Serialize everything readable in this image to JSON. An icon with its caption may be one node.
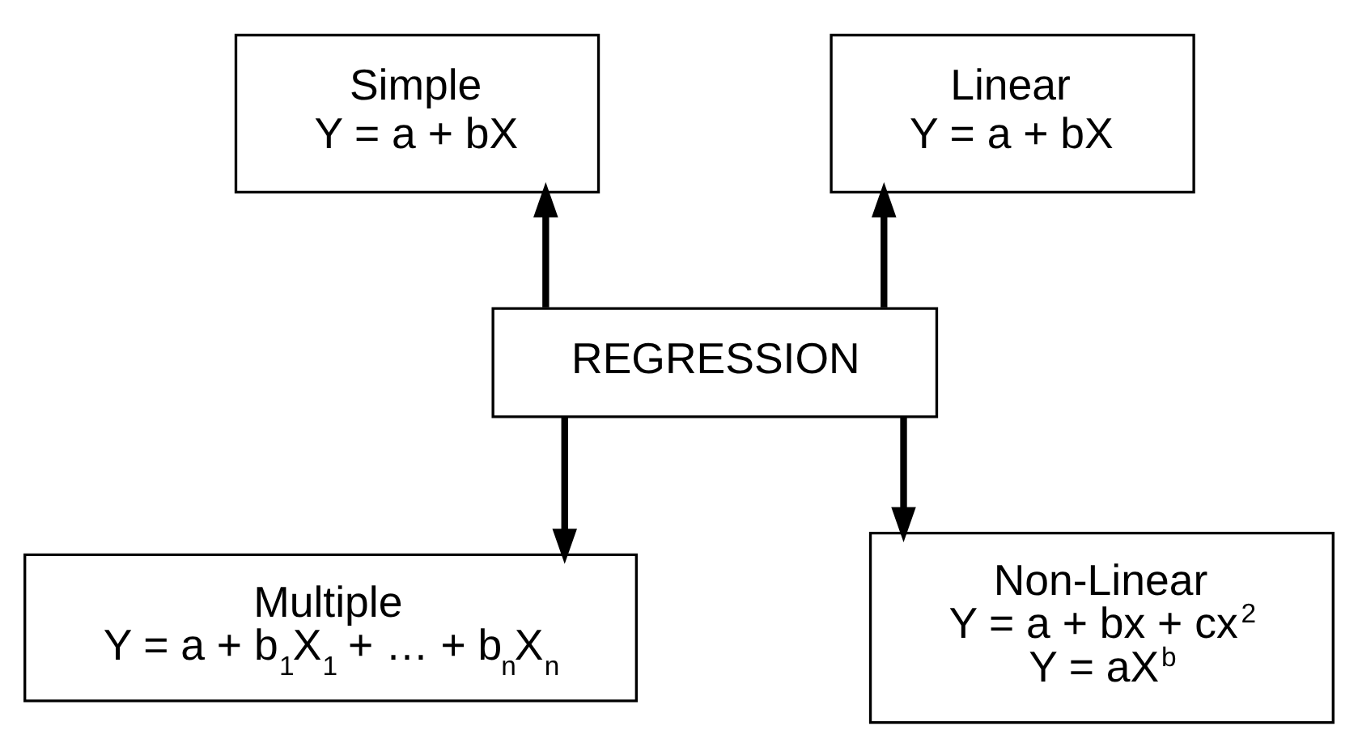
{
  "diagram": {
    "nodes": [
      {
        "text": [
          "Simple",
          "Y = a + bX"
        ]
      },
      {
        "text": [
          "Linear",
          "Y = a + bX"
        ]
      },
      {
        "text": [
          "REGRESSION"
        ]
      },
      {
        "text": [
          "Multiple",
          "Y = a + b$_{1}$X$_{1}$ + … + b$_{n}$X$_{n}$"
        ]
      },
      {
        "text": [
          "Non-Linear",
          "Y = a + bx + cx$^{2}$",
          "Y = aX$^{b}$"
        ]
      }
    ],
    "edges": [
      {
        "from": 2,
        "to": 0,
        "arrow": "to"
      },
      {
        "from": 2,
        "to": 3,
        "arrow": "to"
      },
      {
        "from": 2,
        "to": 1,
        "arrow": "to"
      },
      {
        "from": 2,
        "to": 4,
        "arrow": "to"
      }
    ]
  }
}
